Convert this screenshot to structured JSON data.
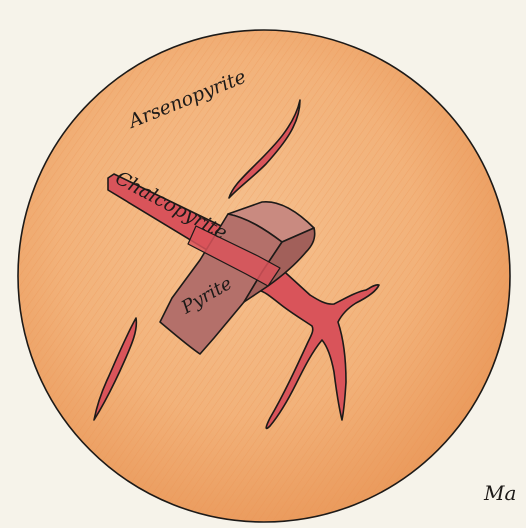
{
  "labels": {
    "arsenopyrite": "Arsenopyrite",
    "chalcopyrite": "Chalcopyrite",
    "pyrite": "Pyrite",
    "corner_note": "Ma"
  },
  "colors": {
    "paper": "#f6f3ea",
    "arsenopyrite_fill": "#f2b27a",
    "arsenopyrite_shade": "#ea9656",
    "chalcopyrite_fill": "#d9545a",
    "pyrite_fill": "#b4706a",
    "pyrite_top": "#c98a80",
    "outline": "#1d1a18"
  }
}
